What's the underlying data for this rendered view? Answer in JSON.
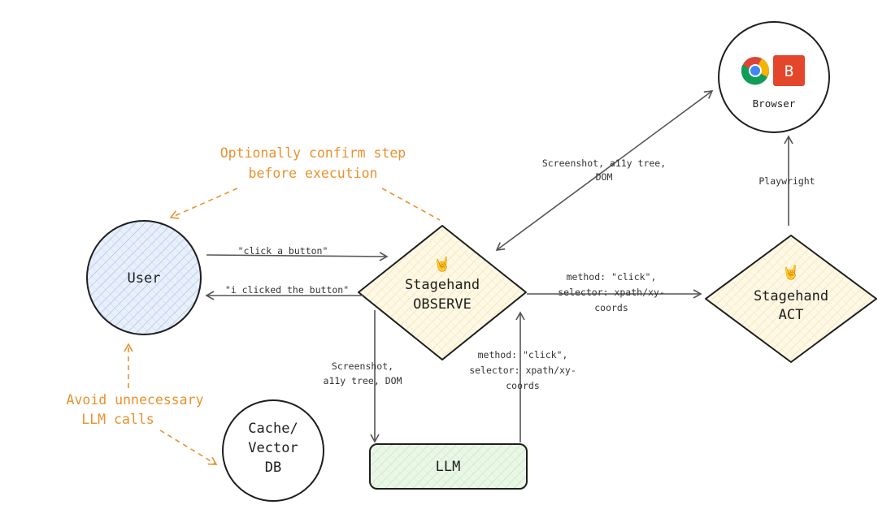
{
  "nodes": {
    "user": {
      "label": "User"
    },
    "observe": {
      "emoji": "🤘",
      "line1": "Stagehand",
      "line2": "OBSERVE"
    },
    "act": {
      "emoji": "🤘",
      "line1": "Stagehand",
      "line2": "ACT"
    },
    "browser": {
      "label": "Browser",
      "icon_letter": "B"
    },
    "cache": {
      "line1": "Cache/",
      "line2": "Vector",
      "line3": "DB"
    },
    "llm": {
      "label": "LLM"
    }
  },
  "edges": {
    "user_to_observe": "\"click a button\"",
    "observe_to_user": "\"i clicked the button\"",
    "browser_observe": [
      "Screenshot, a11y tree,",
      "DOM"
    ],
    "observe_to_act": [
      "method: \"click\",",
      "selector: xpath/xy-",
      "coords"
    ],
    "act_to_browser": "Playwright",
    "observe_to_llm": [
      "Screenshot,",
      "a11y tree, DOM"
    ],
    "llm_to_observe": [
      "method: \"click\",",
      "selector: xpath/xy-",
      "coords"
    ]
  },
  "notes": {
    "confirm": [
      "Optionally confirm step",
      "before execution"
    ],
    "avoid": [
      "Avoid unnecessary",
      "LLM calls"
    ]
  },
  "colors": {
    "stroke": "#1e1e1e",
    "user_fill": "#d8e6f8",
    "stagehand_fill": "#fdf3d6",
    "llm_fill": "#dff2dc",
    "note_orange": "#e8922e",
    "arrow_gray": "#555555",
    "brave_red": "#e3462b"
  }
}
